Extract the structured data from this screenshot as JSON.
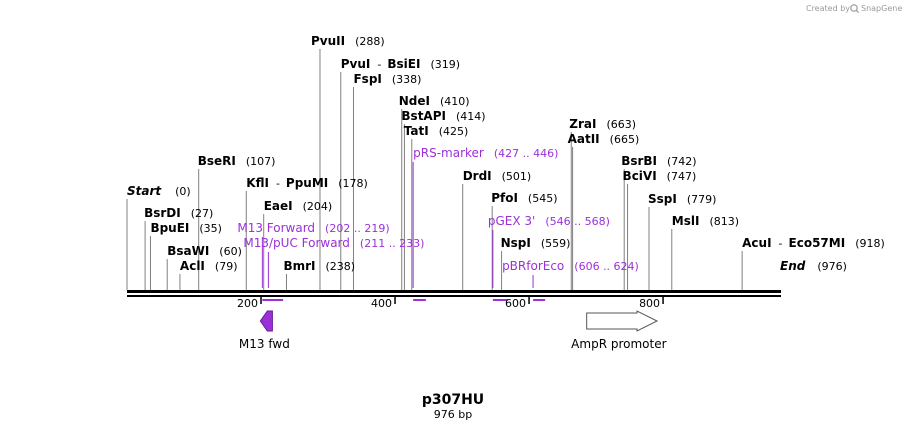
{
  "map": {
    "title": "p307HU",
    "length_label": "976 bp",
    "credit_prefix": "Created by",
    "credit_brand": "SnapGene",
    "seq_start": 0,
    "seq_end": 976,
    "colors": {
      "primer": "#9b30d9",
      "line": "#000000",
      "feature_m13": "#9b30d9",
      "feature_ampr": "#ffffff"
    },
    "ruler": [
      {
        "pos": 200,
        "label": "200"
      },
      {
        "pos": 400,
        "label": "400"
      },
      {
        "pos": 600,
        "label": "600"
      },
      {
        "pos": 800,
        "label": "800"
      }
    ],
    "ends": [
      {
        "name": "Start",
        "pos_label": "(0)",
        "pos": 0
      },
      {
        "name": "End",
        "pos_label": "(976)",
        "pos": 976
      }
    ],
    "enzymes": [
      {
        "name": "PvuII",
        "pos_label": "(288)",
        "pos": 288
      },
      {
        "name": "PvuI",
        "sep": "-",
        "name2": "BsiEI",
        "pos_label": "(319)",
        "pos": 319
      },
      {
        "name": "FspI",
        "pos_label": "(338)",
        "pos": 338
      },
      {
        "name": "NdeI",
        "pos_label": "(410)",
        "pos": 410
      },
      {
        "name": "BstAPI",
        "pos_label": "(414)",
        "pos": 414
      },
      {
        "name": "TatI",
        "pos_label": "(425)",
        "pos": 425
      },
      {
        "name": "ZraI",
        "pos_label": "(663)",
        "pos": 663
      },
      {
        "name": "AatII",
        "pos_label": "(665)",
        "pos": 665
      },
      {
        "name": "BsrBI",
        "pos_label": "(742)",
        "pos": 742
      },
      {
        "name": "BciVI",
        "pos_label": "(747)",
        "pos": 747
      },
      {
        "name": "BseRI",
        "pos_label": "(107)",
        "pos": 107
      },
      {
        "name": "KflI",
        "sep": "-",
        "name2": "PpuMI",
        "pos_label": "(178)",
        "pos": 178
      },
      {
        "name": "DrdI",
        "pos_label": "(501)",
        "pos": 501
      },
      {
        "name": "SspI",
        "pos_label": "(779)",
        "pos": 779
      },
      {
        "name": "PfoI",
        "pos_label": "(545)",
        "pos": 545
      },
      {
        "name": "BsrDI",
        "pos_label": "(27)",
        "pos": 27
      },
      {
        "name": "EaeI",
        "pos_label": "(204)",
        "pos": 204
      },
      {
        "name": "MslI",
        "pos_label": "(813)",
        "pos": 813
      },
      {
        "name": "BpuEI",
        "pos_label": "(35)",
        "pos": 35
      },
      {
        "name": "NspI",
        "pos_label": "(559)",
        "pos": 559
      },
      {
        "name": "AcuI",
        "sep": "-",
        "name2": "Eco57MI",
        "pos_label": "(918)",
        "pos": 918
      },
      {
        "name": "BsaWI",
        "pos_label": "(60)",
        "pos": 60
      },
      {
        "name": "AclI",
        "pos_label": "(79)",
        "pos": 79
      },
      {
        "name": "BmrI",
        "pos_label": "(238)",
        "pos": 238
      }
    ],
    "primers": [
      {
        "name": "pRS-marker",
        "pos_label": "(427 .. 446)",
        "start": 427,
        "end": 446
      },
      {
        "name": "M13 Forward",
        "pos_label": "(202 .. 219)",
        "start": 202,
        "end": 219
      },
      {
        "name": "M13/pUC Forward",
        "pos_label": "(211 .. 233)",
        "start": 211,
        "end": 233
      },
      {
        "name": "pGEX 3'",
        "pos_label": "(546 .. 568)",
        "start": 546,
        "end": 568
      },
      {
        "name": "pBRforEco",
        "pos_label": "(606 .. 624)",
        "start": 606,
        "end": 624
      }
    ],
    "features": [
      {
        "name": "M13 fwd",
        "start": 199,
        "end": 217,
        "direction": "reverse",
        "color": "#9b30d9"
      },
      {
        "name": "AmpR promoter",
        "start": 686,
        "end": 791,
        "direction": "forward",
        "color": "#ffffff"
      }
    ]
  }
}
